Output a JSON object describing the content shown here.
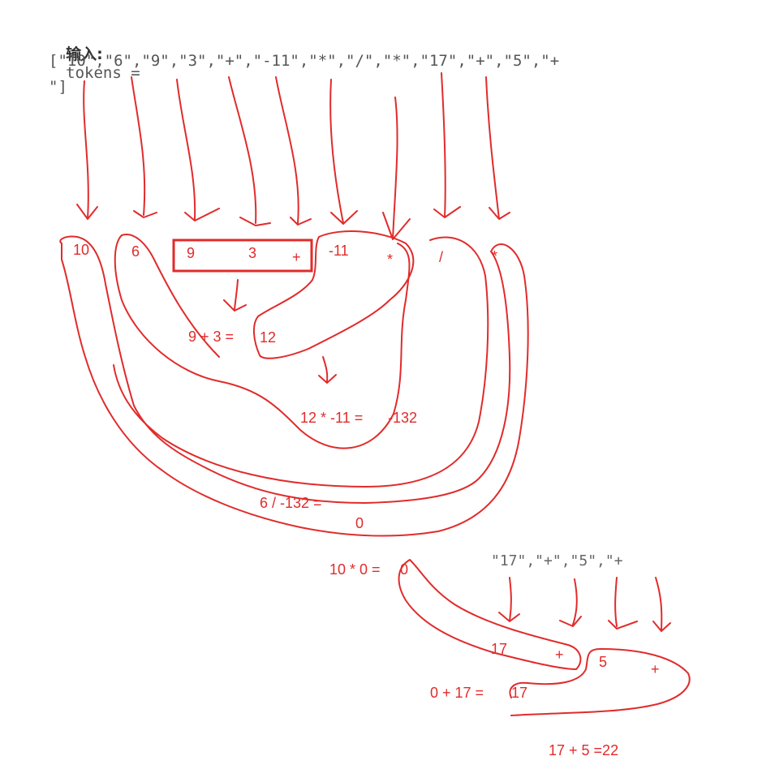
{
  "header": {
    "label": "输入:",
    "assign": "tokens =",
    "line2": "[\"10\",\"6\",\"9\",\"3\",\"+\",\"-11\",\"*\",\"/\",\"*\",\"17\",\"+\",\"5\",\"+",
    "line3": "\"]"
  },
  "tokens": {
    "t10": "10",
    "t6": "6",
    "t9": "9",
    "t3": "3",
    "tplus": "+",
    "tm11": "-11",
    "tstar1": "*",
    "tslash": "/",
    "tstar2": "*"
  },
  "steps": {
    "s1": "9 + 3 =",
    "s1_result": "12",
    "s2": "12 * -11 =",
    "s2_result": "-132",
    "s3": "6 / -132 =",
    "s3_result": "0",
    "s4": "10 * 0 =",
    "s4_result": "0",
    "s5": "0 + 17 =",
    "s5_result": "17",
    "s6": "17 + 5 =22"
  },
  "tail_tokens": {
    "line": "\"17\",\"+\",\"5\",\"+",
    "t17": "17",
    "tplus1": "+",
    "t5": "5",
    "tplus2": "+"
  },
  "colors": {
    "ink": "#e12b2b",
    "code": "#555555"
  }
}
